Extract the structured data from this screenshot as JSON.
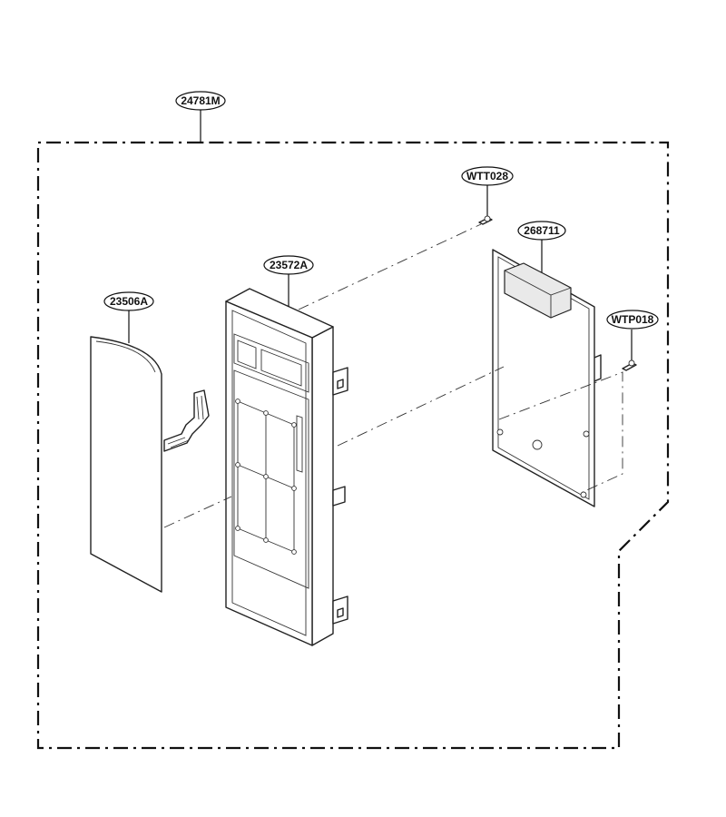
{
  "callouts": {
    "assembly": "24781M",
    "screw_top": "WTT028",
    "pcb": "268711",
    "panel": "23572A",
    "membrane": "23506A",
    "screw_side": "WTP018"
  }
}
